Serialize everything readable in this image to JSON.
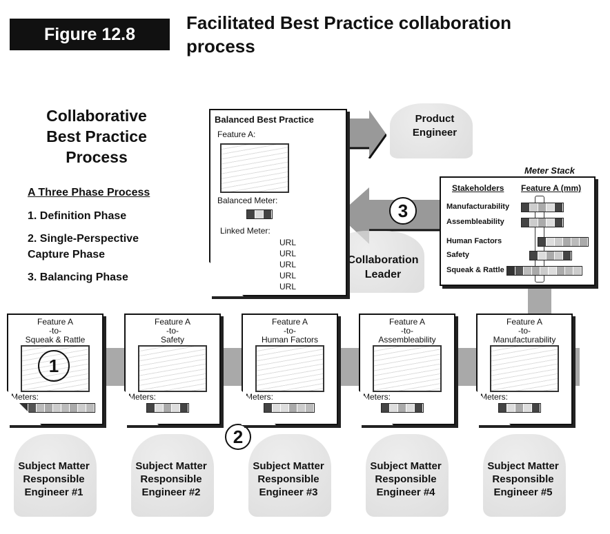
{
  "figure_label": "Figure 12.8",
  "title": "Facilitated Best Practice collaboration process",
  "left_panel": {
    "heading": "Collaborative Best Practice Process",
    "subheading": "A Three Phase Process",
    "phases": [
      "1. Definition Phase",
      "2. Single-Perspective Capture Phase",
      "3. Balancing Phase"
    ]
  },
  "balanced_doc": {
    "title": "Balanced Best Practice",
    "feature": "Feature A:",
    "balanced_meter": "Balanced Meter:",
    "linked_meter": "Linked Meter:",
    "urls": [
      "URL",
      "URL",
      "URL",
      "URL",
      "URL"
    ],
    "meter_colors": [
      "#444",
      "#ddd",
      "#444"
    ]
  },
  "product_engineer": "Product Engineer",
  "collaboration_leader": "Collaboration Leader",
  "meter_stack": {
    "label": "Meter Stack",
    "col1": "Stakeholders",
    "col2": "Feature A (mm)",
    "rows": [
      {
        "name": "Manufacturability",
        "colors": [
          "#444",
          "#ccc",
          "#aaa",
          "#ddd",
          "#444"
        ],
        "offset": 0
      },
      {
        "name": "Assembleability",
        "colors": [
          "#444",
          "#ccc",
          "#aaa",
          "#ddd",
          "#444"
        ],
        "offset": 0
      },
      {
        "name": "Human Factors",
        "colors": [
          "#444",
          "#ddd",
          "#ccc",
          "#aaa",
          "#bbb",
          "#aaa"
        ],
        "offset": 2
      },
      {
        "name": "Safety",
        "colors": [
          "#444",
          "#ddd",
          "#aaa",
          "#ccc",
          "#444"
        ],
        "offset": 1
      },
      {
        "name": "Squeak & Rattle",
        "colors": [
          "#333",
          "#555",
          "#bbb",
          "#aaa",
          "#ccc",
          "#ddd",
          "#aaa",
          "#bbb",
          "#ccc"
        ],
        "offset": -3
      }
    ]
  },
  "phase_markers": [
    "1",
    "2",
    "3"
  ],
  "feature_docs": [
    {
      "line1": "Feature A",
      "line2": "-to-",
      "line3": "Squeak & Rattle",
      "meters": "Meters:",
      "colors": [
        "#333",
        "#555",
        "#bbb",
        "#aaa",
        "#ccc",
        "#bbb",
        "#aaa",
        "#ccc",
        "#bbb"
      ]
    },
    {
      "line1": "Feature A",
      "line2": "-to-",
      "line3": "Safety",
      "meters": "Meters:",
      "colors": [
        "#444",
        "#ddd",
        "#aaa",
        "#ddd",
        "#444"
      ]
    },
    {
      "line1": "Feature A",
      "line2": "-to-",
      "line3": "Human Factors",
      "meters": "Meters:",
      "colors": [
        "#444",
        "#ddd",
        "#ddd",
        "#aaa",
        "#ccc",
        "#bbb"
      ]
    },
    {
      "line1": "Feature A",
      "line2": "-to-",
      "line3": "Assembleability",
      "meters": "Meters:",
      "colors": [
        "#444",
        "#ddd",
        "#aaa",
        "#ddd",
        "#444"
      ]
    },
    {
      "line1": "Feature A",
      "line2": "-to-",
      "line3": "Manufacturability",
      "meters": "Meters:",
      "colors": [
        "#444",
        "#ddd",
        "#aaa",
        "#ddd",
        "#444"
      ]
    }
  ],
  "engineers": [
    {
      "l1": "Subject Matter",
      "l2": "Responsible",
      "l3": "Engineer #1"
    },
    {
      "l1": "Subject Matter",
      "l2": "Responsible",
      "l3": "Engineer #2"
    },
    {
      "l1": "Subject Matter",
      "l2": "Responsible",
      "l3": "Engineer #3"
    },
    {
      "l1": "Subject Matter",
      "l2": "Responsible",
      "l3": "Engineer #4"
    },
    {
      "l1": "Subject Matter",
      "l2": "Responsible",
      "l3": "Engineer #5"
    }
  ]
}
